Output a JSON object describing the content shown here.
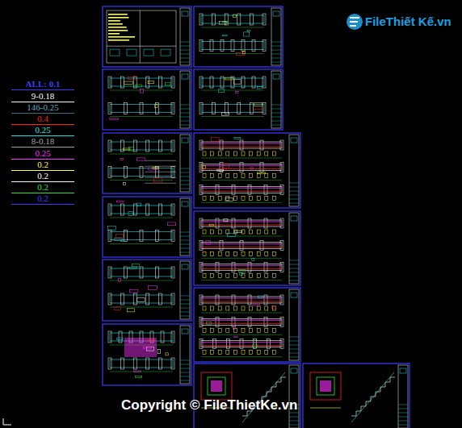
{
  "diagram": {
    "labels": [
      "Copyright © FileThietKe.vn",
      "FileThiết Kế.vn"
    ],
    "legend": [
      {
        "text": "ALL: 0.1",
        "color": "#3a3aff"
      },
      {
        "text": "9-0.18",
        "color": "#ffffff"
      },
      {
        "text": "146-0.25",
        "color": "#2f6f86"
      },
      {
        "text": "0.4",
        "color": "#ff2020"
      },
      {
        "text": "0.25",
        "color": "#20e0e0"
      },
      {
        "text": "8-0.18",
        "color": "#a0a0a0"
      },
      {
        "text": "0.25",
        "color": "#ff30ff"
      },
      {
        "text": "0.2",
        "color": "#ffff30"
      },
      {
        "text": "0.2",
        "color": "#ffffff"
      },
      {
        "text": "0.2",
        "color": "#30e030"
      },
      {
        "text": "0.2",
        "color": "#3a3aff"
      }
    ]
  }
}
